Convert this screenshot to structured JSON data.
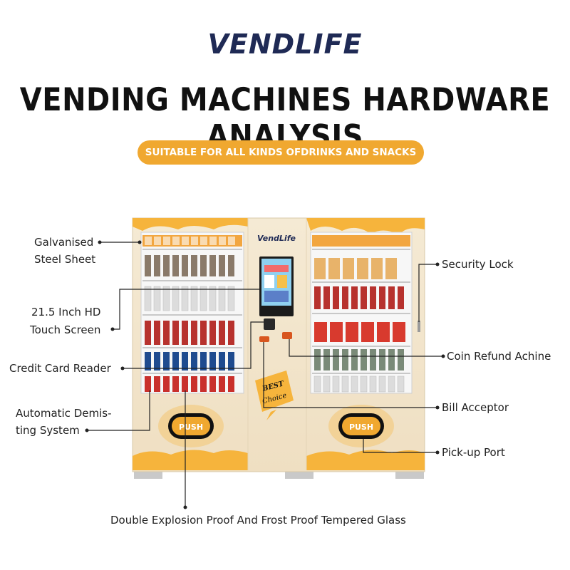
{
  "brand": {
    "logo_text": "VENDLIFE",
    "machine_logo": "VendLife"
  },
  "heading": {
    "title": "VENDING MACHINES HARDWARE ANALYSIS",
    "subtitle": "SUITABLE FOR ALL KINDS OFDRINKS AND SNACKS"
  },
  "callouts": {
    "steel_line1": "Galvanised",
    "steel_line2": "Steel Sheet",
    "touch_line1": "21.5 Inch HD",
    "touch_line2": "Touch Screen",
    "card_reader": "Credit Card Reader",
    "demist_line1": "Automatic Demis-",
    "demist_line2": "ting System",
    "security_lock": "Security Lock",
    "coin_refund": "Coin Refund Achine",
    "bill_acceptor": "Bill Acceptor",
    "pickup_port": "Pick-up Port",
    "glass": "Double Explosion Proof And Frost Proof Tempered Glass"
  },
  "machine": {
    "push_label_left": "PUSH",
    "push_label_right": "PUSH",
    "badge_line1": "BEST",
    "badge_line2": "Choice"
  },
  "colors": {
    "accent": "#f0a830",
    "cabinet": "#f3e6cd",
    "brand_navy": "#1f2a55"
  }
}
